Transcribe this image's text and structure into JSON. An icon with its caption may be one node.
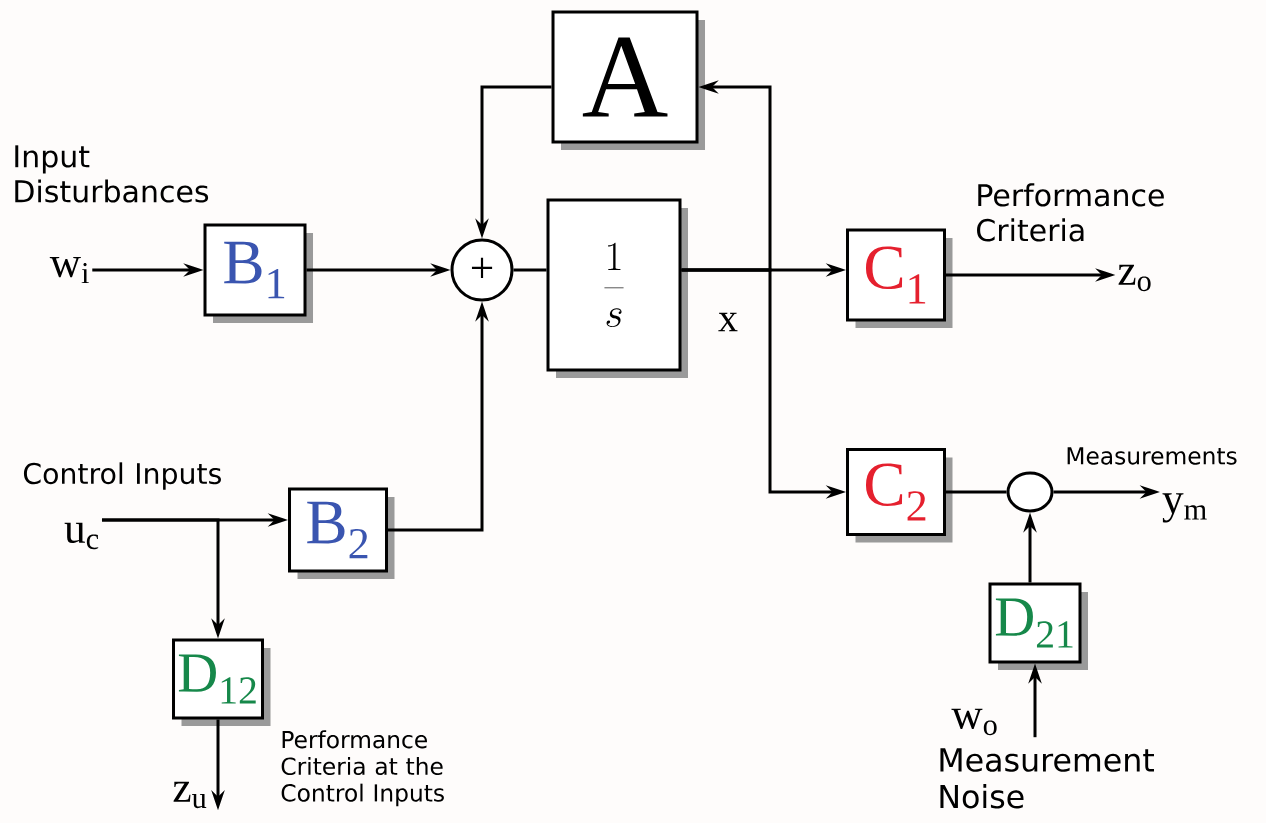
{
  "diagram": {
    "nodes": [
      {
        "text": [
          "A"
        ]
      },
      {
        "text": [
          "+"
        ]
      },
      {
        "text": [
          "\\frac{1}{s}"
        ]
      },
      {
        "text": [
          "B$_{1}$"
        ]
      },
      {
        "text": [
          "B$_{2}$"
        ]
      },
      {
        "text": [
          "C$_{1}$"
        ]
      },
      {
        "text": [
          "C$_{2}$"
        ]
      },
      {
        "text": [
          "D$_{12}$"
        ]
      },
      {
        "text": [
          "D$_{21}$"
        ]
      },
      {
        "text": [],
        "shape": "circle"
      },
      {
        "text": [
          "w$_{i}$"
        ]
      },
      {
        "text": [
          "u$_{c}$"
        ]
      },
      {
        "text": [
          "z$_{o}$"
        ]
      },
      {
        "text": [
          "y$_{m}$"
        ]
      },
      {
        "text": [
          "z$_{u}$"
        ]
      },
      {
        "text": [
          "w$_{o}$"
        ]
      }
    ],
    "edges": [
      {
        "from": 10,
        "to": 3,
        "arrow": "to"
      },
      {
        "from": 3,
        "to": 1,
        "arrow": "to"
      },
      {
        "from": 0,
        "to": 1,
        "arrow": "to"
      },
      {
        "from": 4,
        "to": 1,
        "arrow": "to"
      },
      {
        "from": 1,
        "to": 2,
        "arrow": "none"
      },
      {
        "from": 2,
        "to": 0,
        "arrow": "to"
      },
      {
        "from": 2,
        "to": 5,
        "arrow": "to"
      },
      {
        "from": 2,
        "to": 6,
        "arrow": "to"
      },
      {
        "from": 5,
        "to": 12,
        "arrow": "to"
      },
      {
        "from": 6,
        "to": 9,
        "arrow": "none"
      },
      {
        "from": 9,
        "to": 13,
        "arrow": "to"
      },
      {
        "from": 8,
        "to": 9,
        "arrow": "to"
      },
      {
        "from": 15,
        "to": 8,
        "arrow": "to"
      },
      {
        "from": 11,
        "to": 4,
        "arrow": "to"
      },
      {
        "from": 11,
        "to": 7,
        "arrow": "to"
      },
      {
        "from": 7,
        "to": 14,
        "arrow": "to"
      }
    ],
    "labels": [
      "Input Disturbances",
      "Performance Criteria",
      "x",
      "Control Inputs",
      "Measurements",
      "Performance Criteria at the Control Inputs",
      "Measurement Noise"
    ]
  }
}
